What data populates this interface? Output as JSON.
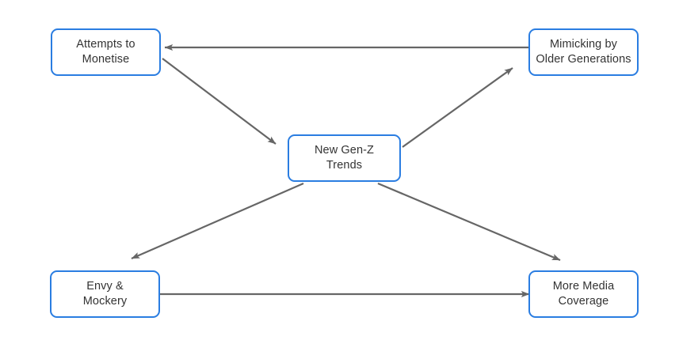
{
  "diagram": {
    "type": "flow-diagram",
    "title": "",
    "background_color": "#ffffff",
    "node_border_color": "#2a7de1",
    "node_fill_color": "#ffffff",
    "edge_color": "#666666",
    "text_color": "#333333",
    "nodes": [
      {
        "id": "attempts",
        "label": "Attempts to\nMonetise"
      },
      {
        "id": "mimicking",
        "label": "Mimicking by\nOlder Generations"
      },
      {
        "id": "trends",
        "label": "New Gen-Z\nTrends"
      },
      {
        "id": "envy",
        "label": "Envy &\nMockery"
      },
      {
        "id": "media",
        "label": "More Media\nCoverage"
      }
    ],
    "edges": [
      {
        "id": "mimicking-to-attempts",
        "from": "mimicking",
        "to": "attempts",
        "label": "",
        "direction": "left"
      },
      {
        "id": "attempts-to-trends",
        "from": "attempts",
        "to": "trends",
        "label": "",
        "direction": "down-right"
      },
      {
        "id": "trends-to-mimicking",
        "from": "trends",
        "to": "mimicking",
        "label": "",
        "direction": "up-right"
      },
      {
        "id": "trends-to-envy",
        "from": "trends",
        "to": "envy",
        "label": "",
        "direction": "down-left"
      },
      {
        "id": "trends-to-media",
        "from": "trends",
        "to": "media",
        "label": "",
        "direction": "down-right"
      },
      {
        "id": "envy-to-media",
        "from": "envy",
        "to": "media",
        "label": "",
        "direction": "right"
      }
    ]
  }
}
